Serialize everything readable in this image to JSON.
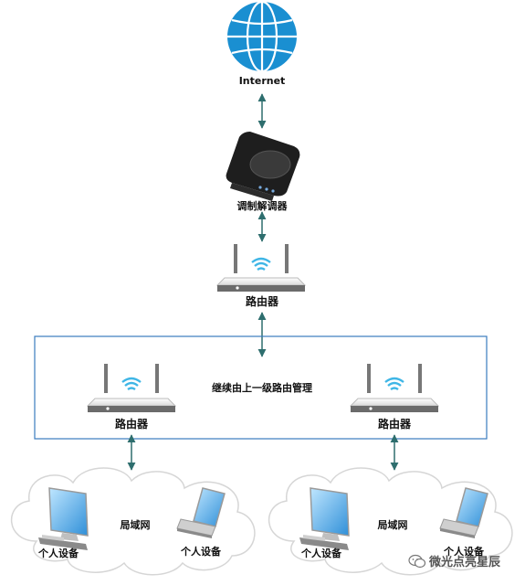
{
  "labels": {
    "internet": "Internet",
    "modem": "调制解调器",
    "main_router": "路由器",
    "group_note": "继续由上一级路由管理",
    "left_router": "路由器",
    "right_router": "路由器",
    "left_lan": "局域网",
    "right_lan": "局域网",
    "left_desktop": "个人设备",
    "left_laptop": "个人设备",
    "right_desktop": "个人设备",
    "right_laptop": "个人设备"
  },
  "watermark": {
    "text": "微光点亮星辰",
    "icon": "wechat-icon"
  },
  "colors": {
    "globe": "#1a8fd1",
    "arrow": "#2e6e6e",
    "group_border": "#3a7bbf",
    "wifi": "#3fb6e6",
    "cloud_stroke": "#d6d6d6"
  }
}
